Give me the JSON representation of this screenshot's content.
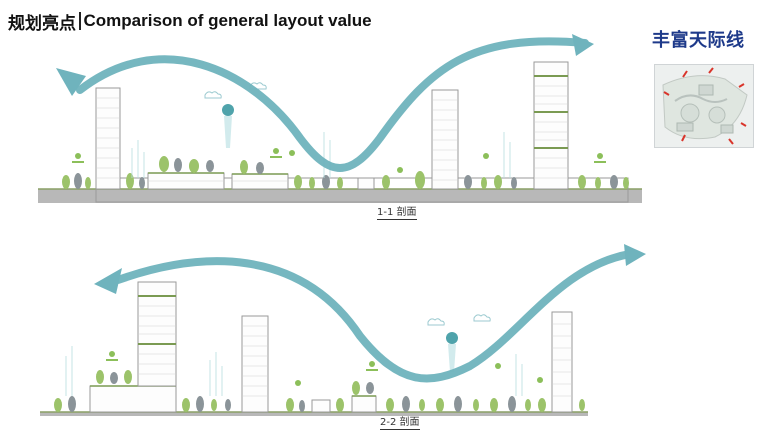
{
  "header": {
    "title_cn": "规划亮点",
    "title_en": "Comparison of general layout value"
  },
  "brand": {
    "name": "丰富天际线"
  },
  "sections": [
    {
      "caption": "1-1 剖面"
    },
    {
      "caption": "2-2 剖面"
    }
  ],
  "colors": {
    "wave": "#6fb3bd",
    "ground": "#b8b8b8",
    "building_stroke": "#9a9a9a",
    "band": "#7a9a52",
    "tree_green": "#9cc36a",
    "tree_gray": "#8b9499",
    "brand": "#1e3a8a"
  },
  "icons": [
    "wave-arrow-icon",
    "tree-icon",
    "cloud-icon",
    "map-pin-icon",
    "signpost-icon",
    "balloon-icon"
  ]
}
